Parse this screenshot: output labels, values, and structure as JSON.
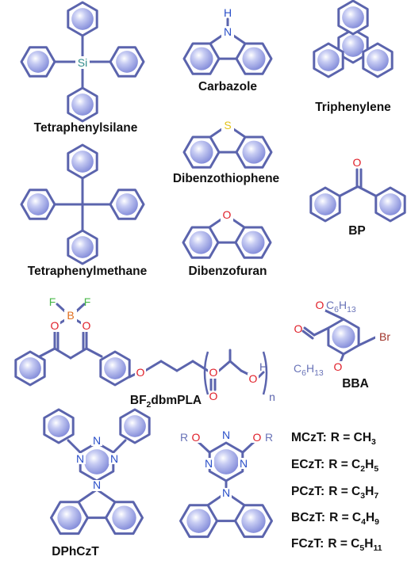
{
  "colors": {
    "bond": "#5b64ad",
    "ring_fill": "#9aa3e8",
    "ring_highlight": "#ffffff",
    "label": "#111111",
    "silicon": "#2f8a8a",
    "nitrogen": "#2a4fc9",
    "sulfur": "#e3c21a",
    "oxygen": "#e0202a",
    "fluorine": "#48b848",
    "boron": "#e07020",
    "bromine": "#a0342a",
    "substituent": "#6a74b8"
  },
  "compounds": {
    "tetraphenylsilane": {
      "name": "Tetraphenylsilane",
      "center_atom": "Si"
    },
    "carbazole": {
      "name": "Carbazole",
      "n_atom": "N",
      "h_atom": "H"
    },
    "triphenylene": {
      "name": "Triphenylene"
    },
    "dibenzothiophene": {
      "name": "Dibenzothiophene",
      "s_atom": "S"
    },
    "tetraphenylmethane": {
      "name": "Tetraphenylmethane"
    },
    "bp": {
      "name": "BP",
      "o_atom": "O"
    },
    "dibenzofuran": {
      "name": "Dibenzofuran",
      "o_atom": "O"
    },
    "bf2dbmpla": {
      "name_main": "BF",
      "name_sub": "2",
      "name_tail": "dbmPLA",
      "f_atom": "F",
      "b_atom": "B",
      "o_atom": "O",
      "h_atom": "H",
      "n_sub": "n"
    },
    "bba": {
      "name": "BBA",
      "o_atom": "O",
      "br_atom": "Br",
      "sub_c": "C",
      "sub_6": "6",
      "sub_h": "H",
      "sub_13": "13"
    },
    "dphczt": {
      "name": "DPhCzT",
      "n_atom": "N"
    },
    "rczt": {
      "r_group": "R",
      "o_atom": "O",
      "n_atom": "N"
    }
  },
  "series": [
    {
      "label": "MCzT:",
      "eq": "R = CH",
      "sub": "3",
      "tail": ""
    },
    {
      "label": "ECzT:",
      "eq": "R = C",
      "sub": "2",
      "tail": "H",
      "sub2": "5"
    },
    {
      "label": "PCzT:",
      "eq": "R = C",
      "sub": "3",
      "tail": "H",
      "sub2": "7"
    },
    {
      "label": "BCzT:",
      "eq": "R = C",
      "sub": "4",
      "tail": "H",
      "sub2": "9"
    },
    {
      "label": "FCzT:",
      "eq": "R = C",
      "sub": "5",
      "tail": "H",
      "sub2": "11"
    }
  ]
}
